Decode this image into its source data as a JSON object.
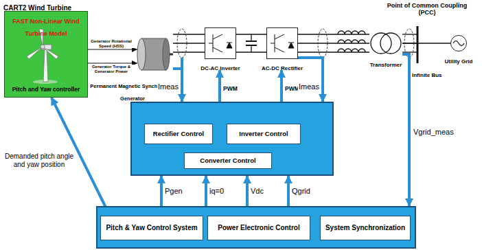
{
  "diagram": {
    "nodes": [
      {
        "text": [
          "CART2 Wind Turbine",
          "FAST Non-Linear Wind Turbine Model",
          "Pitch and Yaw controller"
        ]
      },
      {
        "text": [
          "Permanent Magnetic Synchronous Generator"
        ]
      },
      {
        "text": [
          "DC-AC Inverter"
        ]
      },
      {
        "text": [
          "AC-DC Rectifier"
        ]
      },
      {
        "text": [
          "Transformer"
        ]
      },
      {
        "text": [
          "Utility Grid"
        ]
      },
      {
        "text": []
      },
      {
        "text": [
          "Rectifier Control"
        ],
        "in": 6
      },
      {
        "text": [
          "Inverter Control"
        ],
        "in": 6
      },
      {
        "text": [
          "Converter Control"
        ],
        "in": 6
      },
      {
        "text": []
      },
      {
        "text": [
          "Pitch & Yaw Control System"
        ],
        "in": 10
      },
      {
        "text": [
          "Power Electronic Control"
        ],
        "in": 10
      },
      {
        "text": [
          "System Synchronization"
        ],
        "in": 10
      }
    ],
    "edges": [
      {
        "from": 0,
        "to": 1,
        "arrow": "to",
        "label": "Generator Rotational Speed (HSS)"
      },
      {
        "from": 0,
        "to": 1,
        "arrow": "to",
        "label": "Generator Torque & Generator Power"
      },
      {
        "from": 1,
        "to": 2,
        "arrow": "none"
      },
      {
        "from": 2,
        "to": 3,
        "arrow": "none"
      },
      {
        "from": 3,
        "to": 4,
        "arrow": "none"
      },
      {
        "from": 4,
        "to": 5,
        "arrow": "none"
      },
      {
        "from": 1,
        "to": 6,
        "arrow": "to",
        "label": "Imeas"
      },
      {
        "from": 6,
        "to": 2,
        "arrow": "to",
        "label": "PWM"
      },
      {
        "from": 6,
        "to": 3,
        "arrow": "to",
        "label": "PWM"
      },
      {
        "from": 3,
        "to": 6,
        "arrow": "to",
        "label": "Imeas"
      },
      {
        "from": 4,
        "to": 10,
        "arrow": "to",
        "label": "Vgrid_meas"
      },
      {
        "from": 10,
        "to": 6,
        "arrow": "to",
        "label": "Pgen"
      },
      {
        "from": 10,
        "to": 6,
        "arrow": "to",
        "label": "iq=0"
      },
      {
        "from": 10,
        "to": 6,
        "arrow": "to",
        "label": "Vdc"
      },
      {
        "from": 10,
        "to": 6,
        "arrow": "to",
        "label": "Qgrid"
      },
      {
        "from": 11,
        "to": 0,
        "arrow": "to",
        "label": "Demanded pitch angle and yaw position"
      }
    ],
    "labels": [
      "Point of Common Coupling (PCC)",
      "Infinite Bus"
    ]
  }
}
